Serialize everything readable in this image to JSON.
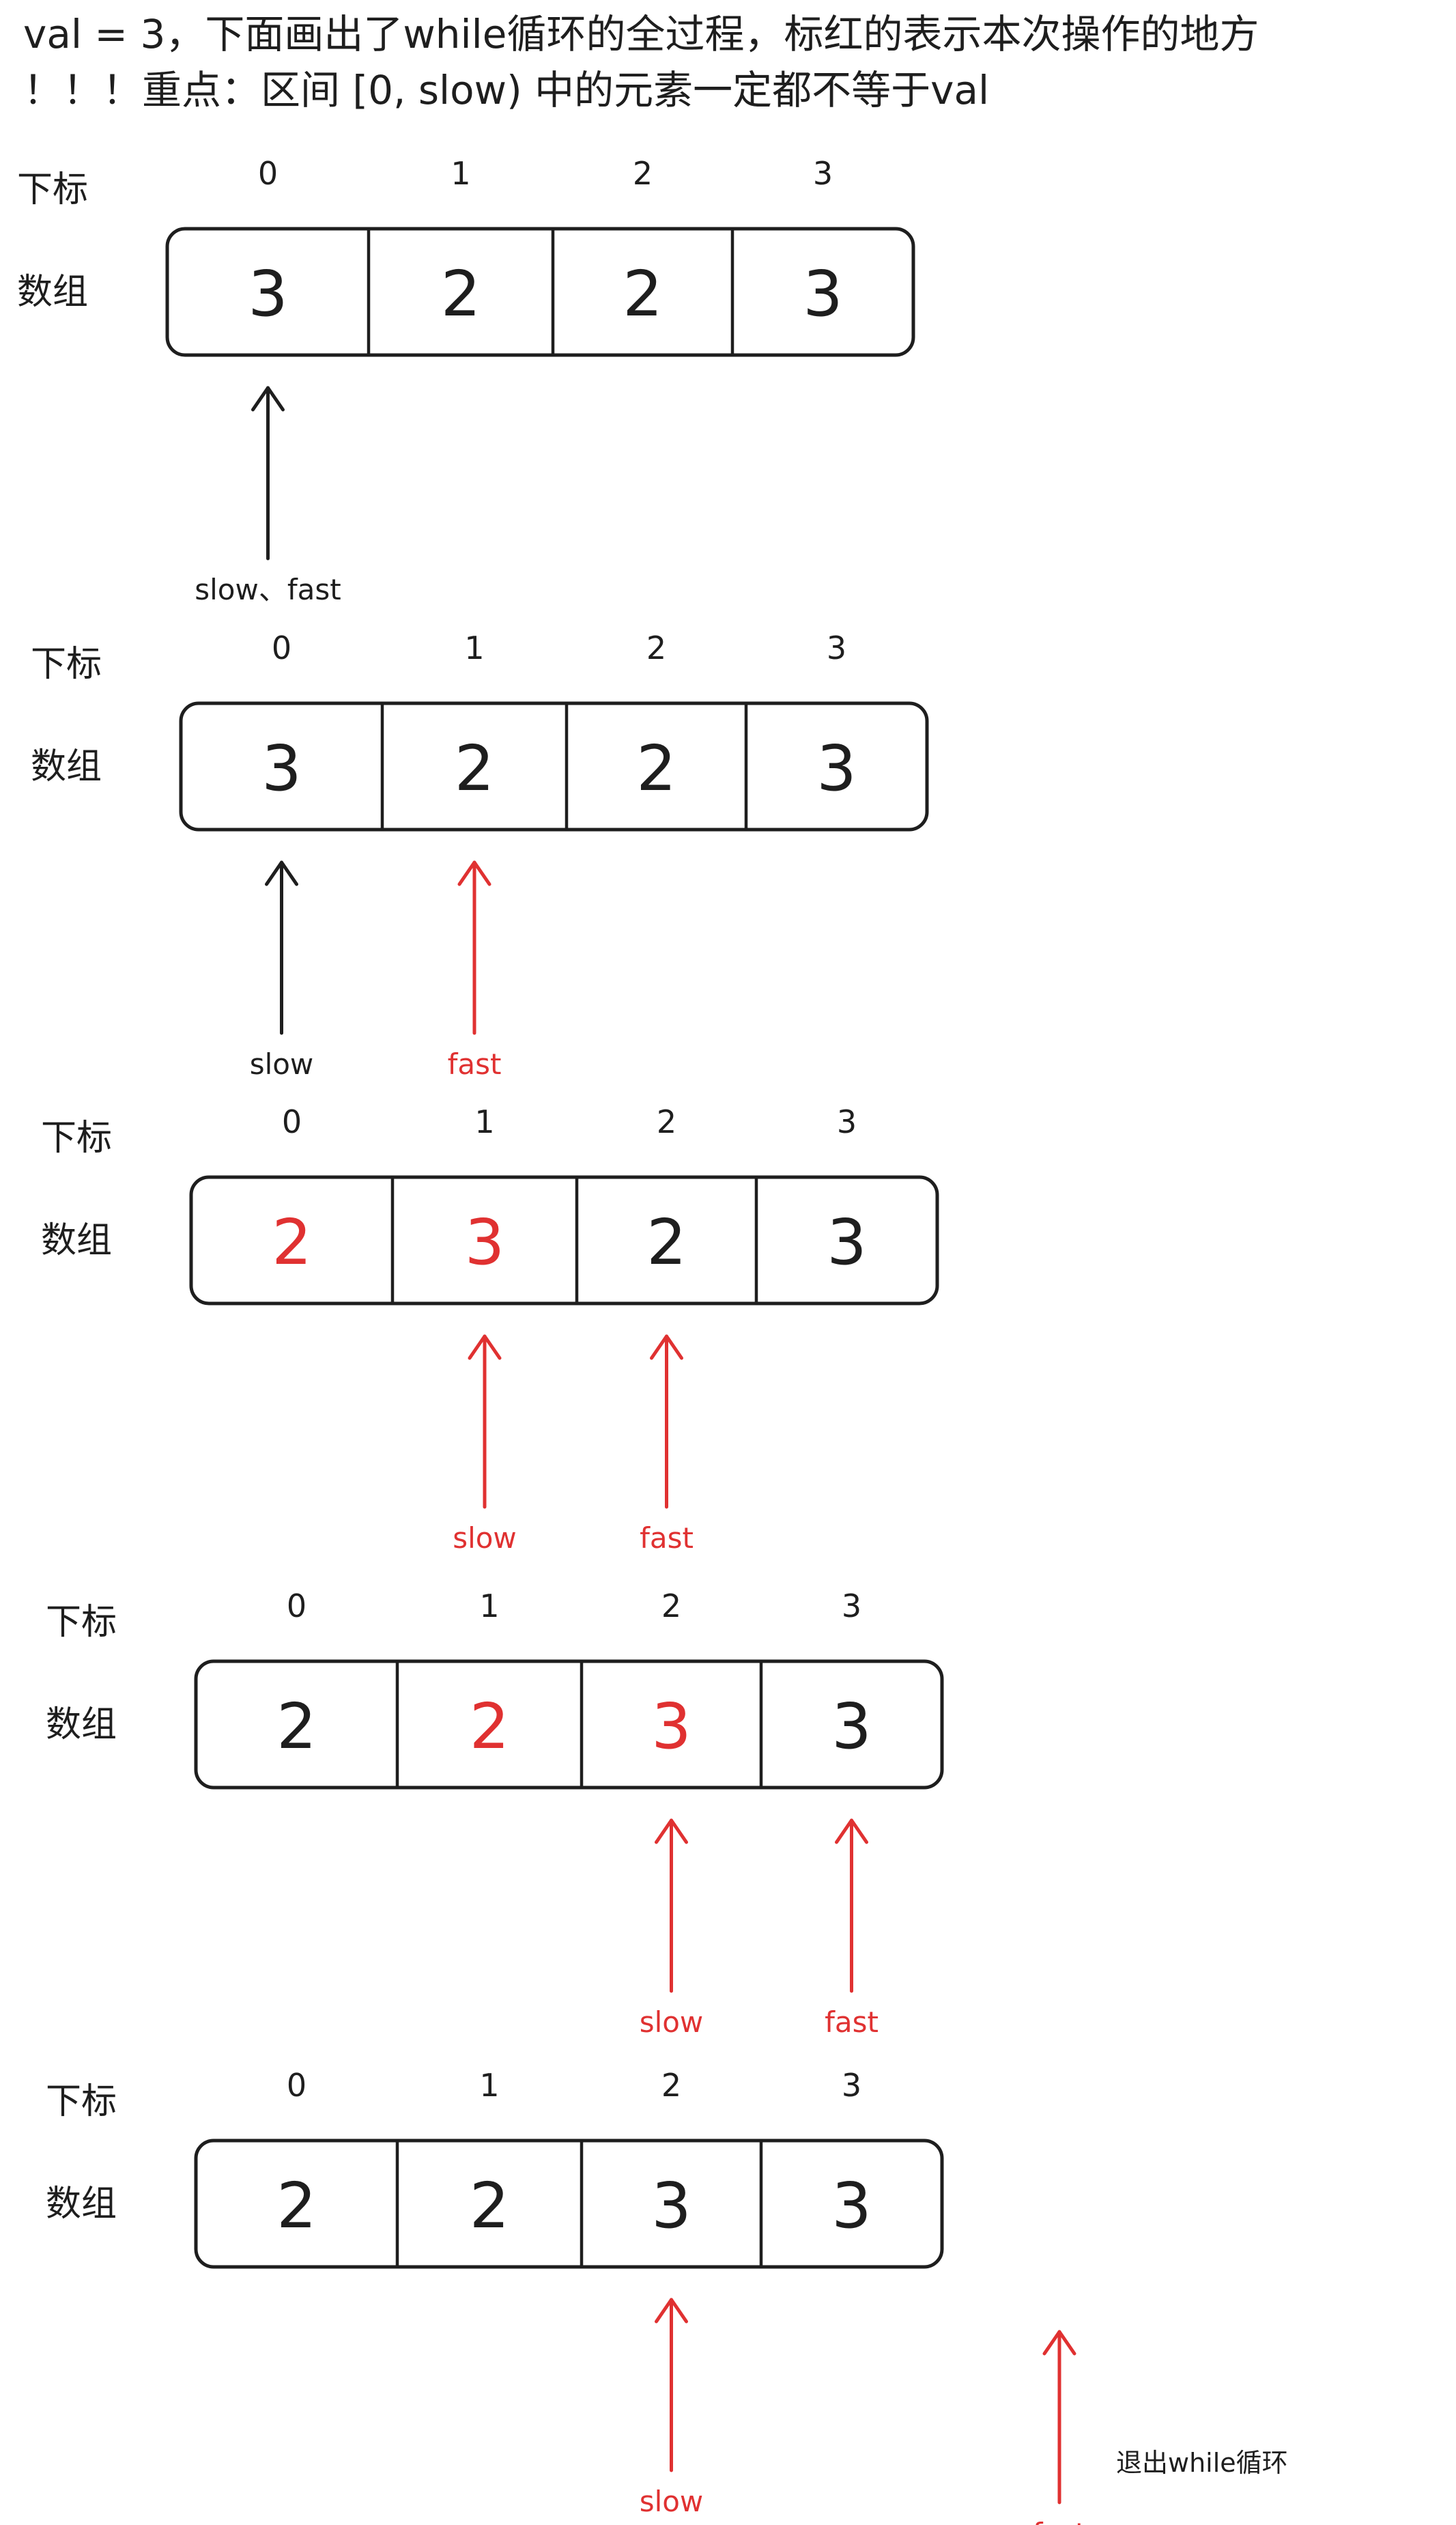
{
  "header": {
    "line1": "val = 3，下面画出了while循环的全过程，标红的表示本次操作的地方",
    "line2": "！！！重点：区间 [0, slow) 中的元素一定都不等于val"
  },
  "colors": {
    "ink": "#1e1e1e",
    "highlight": "#e03131"
  },
  "steps": [
    {
      "index_label": "下标",
      "array_label": "数组",
      "indices": [
        "0",
        "1",
        "2",
        "3"
      ],
      "cells": [
        {
          "value": "3",
          "highlight": false
        },
        {
          "value": "2",
          "highlight": false
        },
        {
          "value": "2",
          "highlight": false
        },
        {
          "value": "3",
          "highlight": false
        }
      ],
      "pointers": [
        {
          "label": "slow、fast",
          "at": 0,
          "highlight": false
        }
      ]
    },
    {
      "index_label": "下标",
      "array_label": "数组",
      "indices": [
        "0",
        "1",
        "2",
        "3"
      ],
      "cells": [
        {
          "value": "3",
          "highlight": false
        },
        {
          "value": "2",
          "highlight": false
        },
        {
          "value": "2",
          "highlight": false
        },
        {
          "value": "3",
          "highlight": false
        }
      ],
      "pointers": [
        {
          "label": "slow",
          "at": 0,
          "highlight": false
        },
        {
          "label": "fast",
          "at": 1,
          "highlight": true
        }
      ]
    },
    {
      "index_label": "下标",
      "array_label": "数组",
      "indices": [
        "0",
        "1",
        "2",
        "3"
      ],
      "cells": [
        {
          "value": "2",
          "highlight": true
        },
        {
          "value": "3",
          "highlight": true
        },
        {
          "value": "2",
          "highlight": false
        },
        {
          "value": "3",
          "highlight": false
        }
      ],
      "pointers": [
        {
          "label": "slow",
          "at": 1,
          "highlight": true
        },
        {
          "label": "fast",
          "at": 2,
          "highlight": true
        }
      ]
    },
    {
      "index_label": "下标",
      "array_label": "数组",
      "indices": [
        "0",
        "1",
        "2",
        "3"
      ],
      "cells": [
        {
          "value": "2",
          "highlight": false
        },
        {
          "value": "2",
          "highlight": true
        },
        {
          "value": "3",
          "highlight": true
        },
        {
          "value": "3",
          "highlight": false
        }
      ],
      "pointers": [
        {
          "label": "slow",
          "at": 2,
          "highlight": true
        },
        {
          "label": "fast",
          "at": 3,
          "highlight": true
        }
      ]
    },
    {
      "index_label": "下标",
      "array_label": "数组",
      "indices": [
        "0",
        "1",
        "2",
        "3"
      ],
      "cells": [
        {
          "value": "2",
          "highlight": false
        },
        {
          "value": "2",
          "highlight": false
        },
        {
          "value": "3",
          "highlight": false
        },
        {
          "value": "3",
          "highlight": false
        }
      ],
      "pointers": [
        {
          "label": "slow",
          "at": 2,
          "highlight": true
        },
        {
          "label": "fast",
          "at": 4,
          "highlight": true
        }
      ],
      "note": "退出while循环"
    }
  ]
}
